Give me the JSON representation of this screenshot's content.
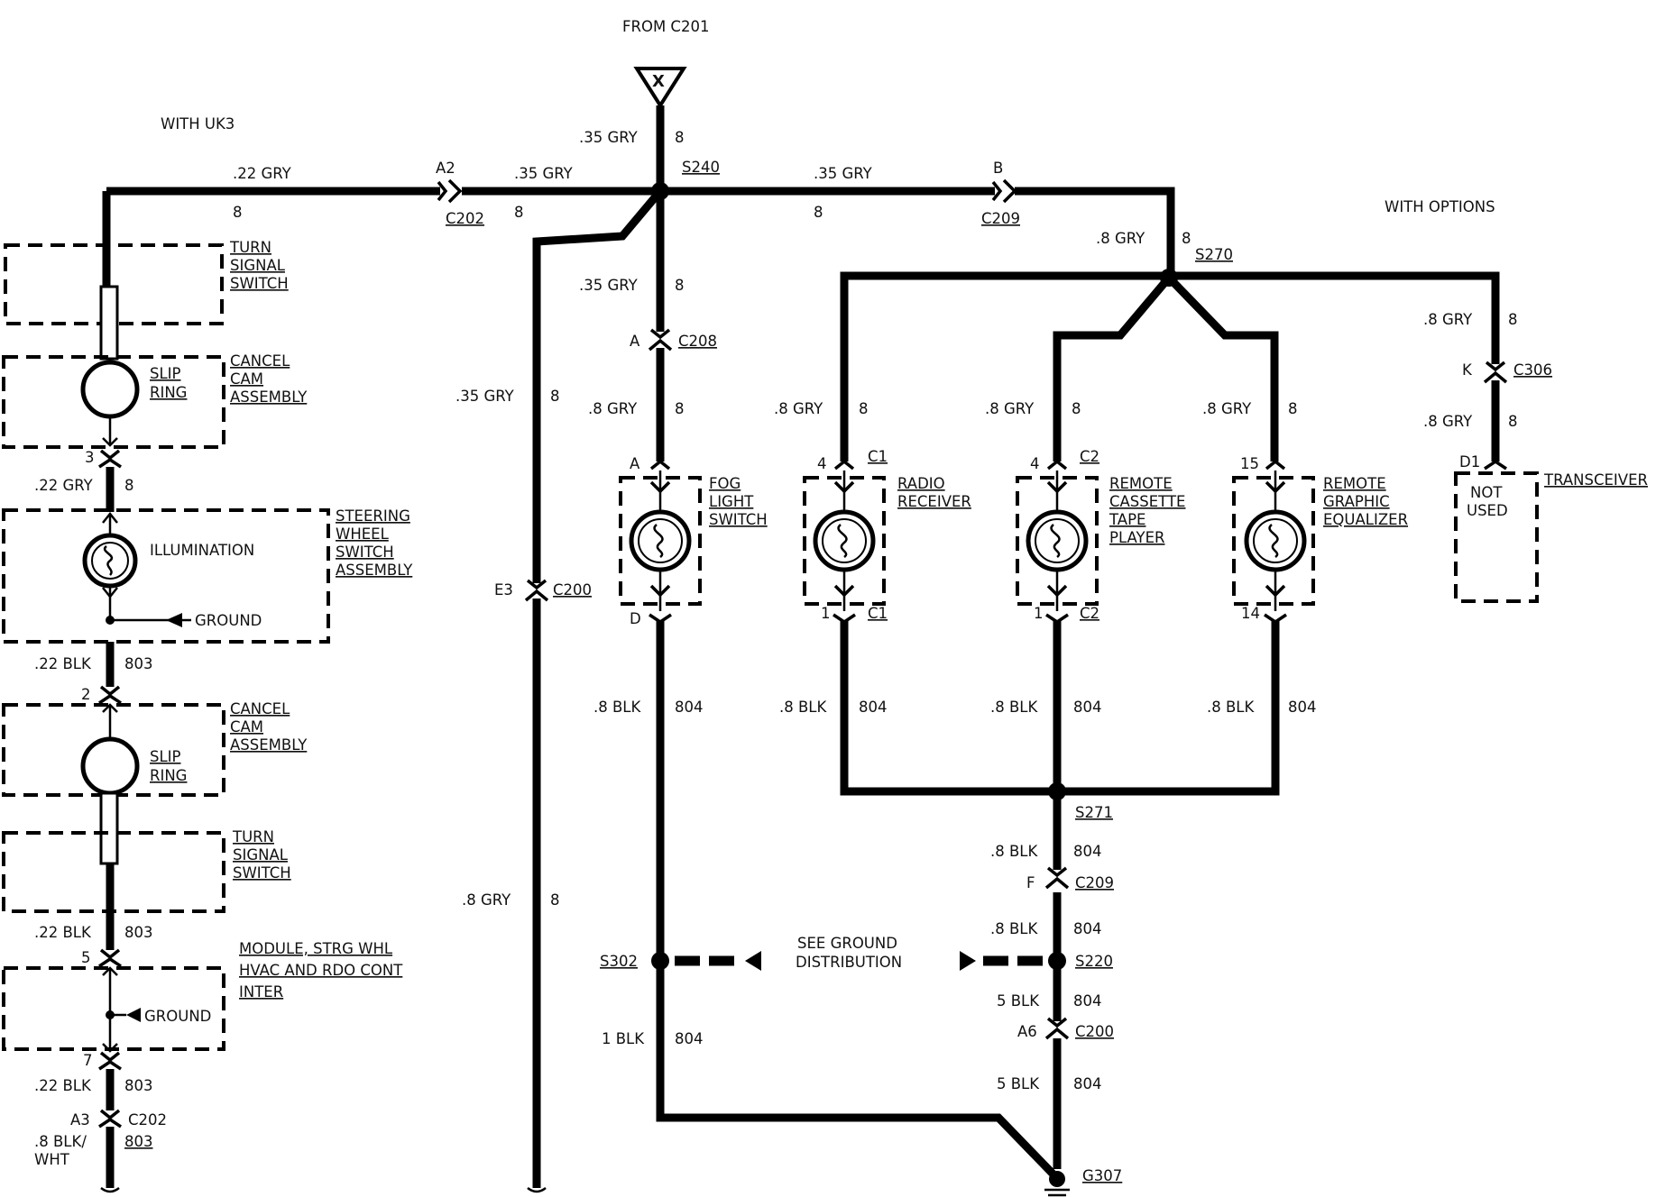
{
  "header": {
    "from_c201": "FROM C201",
    "x_marker": "X",
    "with_uk3": "WITH UK3",
    "with_options": "WITH OPTIONS"
  },
  "splices": {
    "s240": "S240",
    "s270": "S270",
    "s271": "S271",
    "s302": "S302",
    "s220": "S220"
  },
  "connectors": {
    "c202_top": {
      "pin": "A2",
      "id": "C202"
    },
    "c209_top": {
      "pin": "B",
      "id": "C209"
    },
    "c208": {
      "pin": "A",
      "id": "C208"
    },
    "c306": {
      "pin": "K",
      "id": "C306"
    },
    "c200_left": {
      "pin": "E3",
      "id": "C200"
    },
    "c209_low": {
      "pin": "F",
      "id": "C209"
    },
    "c200_low": {
      "pin": "A6",
      "id": "C200"
    },
    "c202_bottom": {
      "pin": "A3",
      "id": "C202",
      "circuit": "803"
    },
    "radio_c1_top": {
      "pin": "4",
      "id": "C1"
    },
    "radio_c1_bottom": {
      "pin": "1",
      "id": "C1"
    },
    "cassette_c2_top": {
      "pin": "4",
      "id": "C2"
    },
    "cassette_c2_bottom": {
      "pin": "1",
      "id": "C2"
    },
    "eq_top": {
      "pin": "15"
    },
    "eq_bottom": {
      "pin": "14"
    },
    "fog_top": {
      "pin": "A"
    },
    "fog_bottom": {
      "pin": "D"
    },
    "trans_top": {
      "pin": "D1"
    },
    "sw_pin3": "3",
    "sw_pin2": "2",
    "sw_pin5": "5",
    "sw_pin7": "7"
  },
  "wires": {
    "top_left_size": ".22 GRY",
    "top_left_circuit": "8",
    "top_mid_size": ".35 GRY",
    "top_mid_circuit": "8",
    "top_right_size": ".35 GRY",
    "top_right_circuit": "8",
    "from_c201_size": ".35 GRY",
    "from_c201_circuit": "8",
    "s240_down_size": ".35 GRY",
    "s240_down_circuit": "8",
    "fog_in_size": ".8 GRY",
    "fog_in_circuit": "8",
    "left_trunk_size": ".35 GRY",
    "left_trunk_circuit": "8",
    "left_trunk_low_size": ".8 GRY",
    "left_trunk_low_circuit": "8",
    "s270_in_size": ".8 GRY",
    "s270_in_circuit": "8",
    "radio_in_size": ".8 GRY",
    "radio_in_circuit": "8",
    "cassette_in_size": ".8 GRY",
    "cassette_in_circuit": "8",
    "eq_in_size": ".8 GRY",
    "eq_in_circuit": "8",
    "trans_a_size": ".8 GRY",
    "trans_a_circuit": "8",
    "trans_b_size": ".8 GRY",
    "trans_b_circuit": "8",
    "fog_out_size": ".8 BLK",
    "fog_out_circuit": "804",
    "radio_out_size": ".8 BLK",
    "radio_out_circuit": "804",
    "cassette_out_size": ".8 BLK",
    "cassette_out_circuit": "804",
    "eq_out_size": ".8 BLK",
    "eq_out_circuit": "804",
    "s271_out_size": ".8 BLK",
    "s271_out_circuit": "804",
    "c209_out_size": ".8 BLK",
    "c209_out_circuit": "804",
    "s220_out_size": "5 BLK",
    "s220_out_circuit": "804",
    "c200_out_size": "5 BLK",
    "c200_out_circuit": "804",
    "s302_out_size": "1 BLK",
    "s302_out_circuit": "804",
    "sw_gry_size": ".22 GRY",
    "sw_gry_circuit": "8",
    "sw_blk1_size": ".22 BLK",
    "sw_blk1_circuit": "803",
    "sw_blk2_size": ".22 BLK",
    "sw_blk2_circuit": "803",
    "sw_blk3_size": ".22 BLK",
    "sw_blk3_circuit": "803",
    "bottom_size_line1": ".8 BLK/",
    "bottom_size_line2": "WHT"
  },
  "components": {
    "turn_signal_switch": [
      "TURN",
      "SIGNAL",
      "SWITCH"
    ],
    "cancel_cam": [
      "CANCEL",
      "CAM",
      "ASSEMBLY"
    ],
    "slip_ring": [
      "SLIP",
      "RING"
    ],
    "illumination": "ILLUMINATION",
    "steering_wheel_switch": [
      "STEERING",
      "WHEEL",
      "SWITCH",
      "ASSEMBLY"
    ],
    "ground": "GROUND",
    "module": [
      "MODULE, STRG WHL",
      "HVAC AND RDO CONT",
      "INTER"
    ],
    "fog_light_switch": [
      "FOG",
      "LIGHT",
      "SWITCH"
    ],
    "radio_receiver": [
      "RADIO",
      "RECEIVER"
    ],
    "remote_cassette": [
      "REMOTE",
      "CASSETTE",
      "TAPE",
      "PLAYER"
    ],
    "remote_equalizer": [
      "REMOTE",
      "GRAPHIC",
      "EQUALIZER"
    ],
    "transceiver": "TRANSCEIVER",
    "not_used": [
      "NOT",
      "USED"
    ],
    "see_ground": [
      "SEE GROUND",
      "DISTRIBUTION"
    ],
    "g307": "G307"
  }
}
